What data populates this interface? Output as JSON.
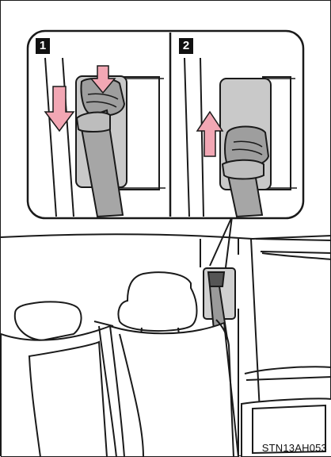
{
  "steps": [
    {
      "number": "1",
      "action": "push-button-pull-belt-down"
    },
    {
      "number": "2",
      "action": "retract-belt-up"
    }
  ],
  "figure_code": "STN13AH053",
  "colors": {
    "arrow": "#f2a7b4",
    "belt": "#a6a6a6",
    "panel": "#c9c9c9",
    "outline": "#1a1a1a"
  }
}
